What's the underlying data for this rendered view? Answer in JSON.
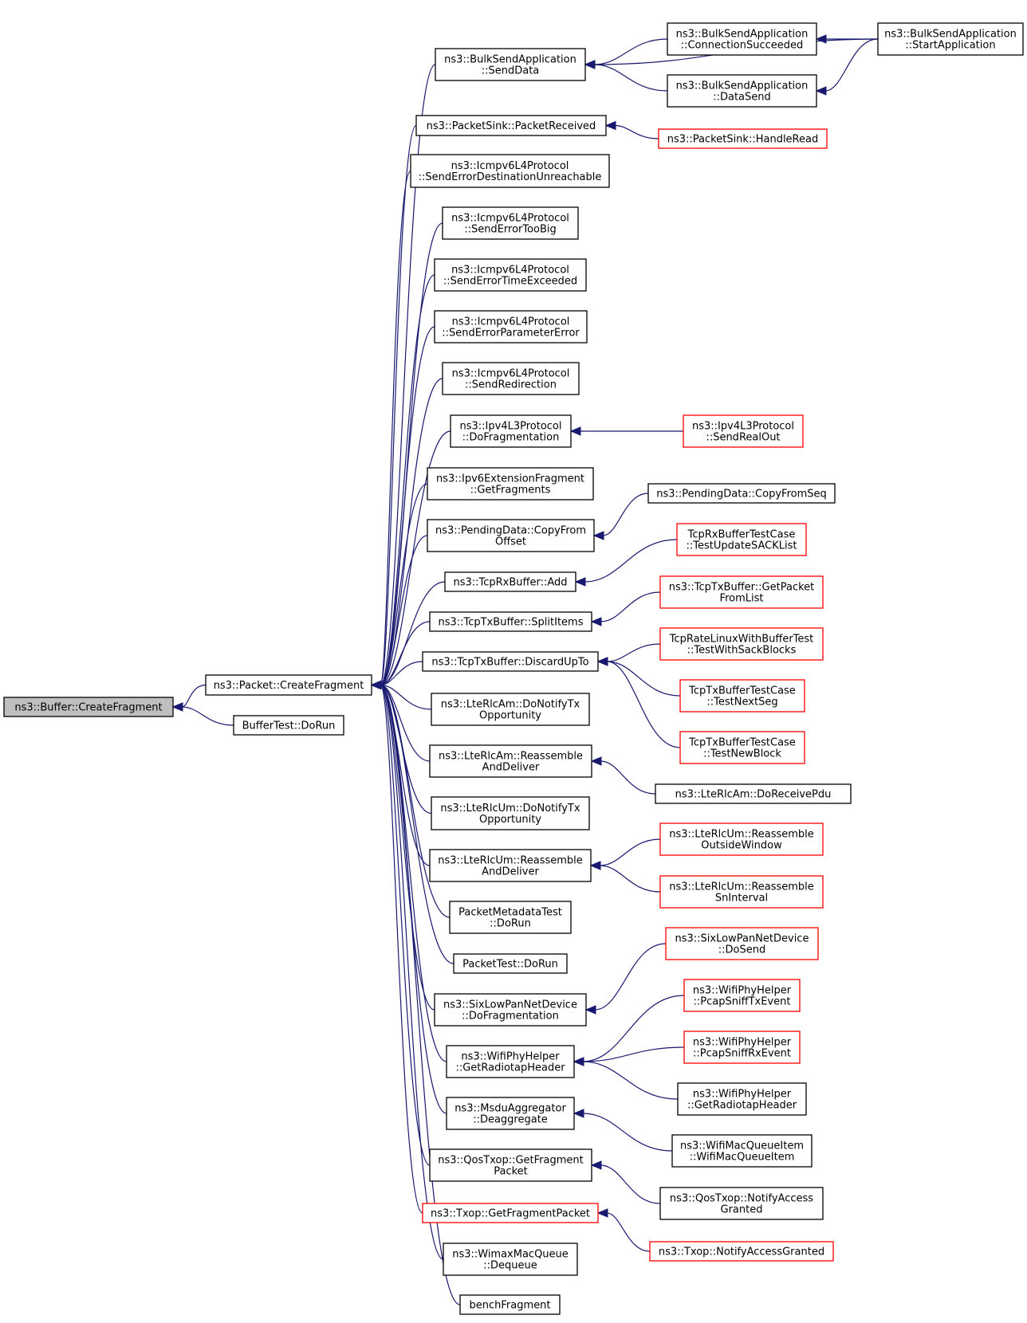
{
  "colors": {
    "edge": "#191970",
    "border_normal": "#000000",
    "border_truncated": "#ff0000",
    "fill_root": "#bfbfbf",
    "fill_normal": "#ffffff"
  },
  "nodes": [
    {
      "id": "root",
      "lines": [
        "ns3::Buffer::CreateFragment"
      ],
      "style": "root"
    },
    {
      "id": "pcf",
      "lines": [
        "ns3::Packet::CreateFragment"
      ],
      "style": "normal"
    },
    {
      "id": "btr",
      "lines": [
        "BufferTest::DoRun"
      ],
      "style": "normal"
    },
    {
      "id": "bsa_sd",
      "lines": [
        "ns3::BulkSendApplication",
        "::SendData"
      ],
      "style": "normal"
    },
    {
      "id": "bsa_cs",
      "lines": [
        "ns3::BulkSendApplication",
        "::ConnectionSucceeded"
      ],
      "style": "normal"
    },
    {
      "id": "bsa_sa",
      "lines": [
        "ns3::BulkSendApplication",
        "::StartApplication"
      ],
      "style": "normal"
    },
    {
      "id": "bsa_ds",
      "lines": [
        "ns3::BulkSendApplication",
        "::DataSend"
      ],
      "style": "normal"
    },
    {
      "id": "ps_pr",
      "lines": [
        "ns3::PacketSink::PacketReceived"
      ],
      "style": "normal"
    },
    {
      "id": "ps_hr",
      "lines": [
        "ns3::PacketSink::HandleRead"
      ],
      "style": "truncated"
    },
    {
      "id": "icmp_sedu",
      "lines": [
        "ns3::Icmpv6L4Protocol",
        "::SendErrorDestinationUnreachable"
      ],
      "style": "normal"
    },
    {
      "id": "icmp_setb",
      "lines": [
        "ns3::Icmpv6L4Protocol",
        "::SendErrorTooBig"
      ],
      "style": "normal"
    },
    {
      "id": "icmp_sete",
      "lines": [
        "ns3::Icmpv6L4Protocol",
        "::SendErrorTimeExceeded"
      ],
      "style": "normal"
    },
    {
      "id": "icmp_sepe",
      "lines": [
        "ns3::Icmpv6L4Protocol",
        "::SendErrorParameterError"
      ],
      "style": "normal"
    },
    {
      "id": "icmp_sr",
      "lines": [
        "ns3::Icmpv6L4Protocol",
        "::SendRedirection"
      ],
      "style": "normal"
    },
    {
      "id": "ipv4_df",
      "lines": [
        "ns3::Ipv4L3Protocol",
        "::DoFragmentation"
      ],
      "style": "normal"
    },
    {
      "id": "ipv4_sro",
      "lines": [
        "ns3::Ipv4L3Protocol",
        "::SendRealOut"
      ],
      "style": "truncated"
    },
    {
      "id": "ipv6_gf",
      "lines": [
        "ns3::Ipv6ExtensionFragment",
        "::GetFragments"
      ],
      "style": "normal"
    },
    {
      "id": "pd_cfo",
      "lines": [
        "ns3::PendingData::CopyFrom",
        "Offset"
      ],
      "style": "normal"
    },
    {
      "id": "pd_cfs",
      "lines": [
        "ns3::PendingData::CopyFromSeq"
      ],
      "style": "normal"
    },
    {
      "id": "trb_add",
      "lines": [
        "ns3::TcpRxBuffer::Add"
      ],
      "style": "normal"
    },
    {
      "id": "trbtc_tus",
      "lines": [
        "TcpRxBufferTestCase",
        "::TestUpdateSACKList"
      ],
      "style": "truncated"
    },
    {
      "id": "ttb_si",
      "lines": [
        "ns3::TcpTxBuffer::SplitItems"
      ],
      "style": "normal"
    },
    {
      "id": "ttb_gpfl",
      "lines": [
        "ns3::TcpTxBuffer::GetPacket",
        "FromList"
      ],
      "style": "truncated"
    },
    {
      "id": "ttb_dut",
      "lines": [
        "ns3::TcpTxBuffer::DiscardUpTo"
      ],
      "style": "normal"
    },
    {
      "id": "trlwbt",
      "lines": [
        "TcpRateLinuxWithBufferTest",
        "::TestWithSackBlocks"
      ],
      "style": "truncated"
    },
    {
      "id": "ttbtc_tns",
      "lines": [
        "TcpTxBufferTestCase",
        "::TestNextSeg"
      ],
      "style": "truncated"
    },
    {
      "id": "ttbtc_tnb",
      "lines": [
        "TcpTxBufferTestCase",
        "::TestNewBlock"
      ],
      "style": "truncated"
    },
    {
      "id": "am_dnto",
      "lines": [
        "ns3::LteRlcAm::DoNotifyTx",
        "Opportunity"
      ],
      "style": "normal"
    },
    {
      "id": "am_rad",
      "lines": [
        "ns3::LteRlcAm::Reassemble",
        "AndDeliver"
      ],
      "style": "normal"
    },
    {
      "id": "am_drp",
      "lines": [
        "ns3::LteRlcAm::DoReceivePdu"
      ],
      "style": "normal"
    },
    {
      "id": "um_dnto",
      "lines": [
        "ns3::LteRlcUm::DoNotifyTx",
        "Opportunity"
      ],
      "style": "normal"
    },
    {
      "id": "um_rad",
      "lines": [
        "ns3::LteRlcUm::Reassemble",
        "AndDeliver"
      ],
      "style": "normal"
    },
    {
      "id": "um_row",
      "lines": [
        "ns3::LteRlcUm::Reassemble",
        "OutsideWindow"
      ],
      "style": "truncated"
    },
    {
      "id": "um_rsi",
      "lines": [
        "ns3::LteRlcUm::Reassemble",
        "SnInterval"
      ],
      "style": "truncated"
    },
    {
      "id": "pmt_dr",
      "lines": [
        "PacketMetadataTest",
        "::DoRun"
      ],
      "style": "normal"
    },
    {
      "id": "pt_dr",
      "lines": [
        "PacketTest::DoRun"
      ],
      "style": "normal"
    },
    {
      "id": "slp_df",
      "lines": [
        "ns3::SixLowPanNetDevice",
        "::DoFragmentation"
      ],
      "style": "normal"
    },
    {
      "id": "slp_ds",
      "lines": [
        "ns3::SixLowPanNetDevice",
        "::DoSend"
      ],
      "style": "truncated"
    },
    {
      "id": "wph_grh",
      "lines": [
        "ns3::WifiPhyHelper",
        "::GetRadiotapHeader"
      ],
      "style": "normal"
    },
    {
      "id": "wph_pstx",
      "lines": [
        "ns3::WifiPhyHelper",
        "::PcapSniffTxEvent"
      ],
      "style": "truncated"
    },
    {
      "id": "wph_psrx",
      "lines": [
        "ns3::WifiPhyHelper",
        "::PcapSniffRxEvent"
      ],
      "style": "truncated"
    },
    {
      "id": "wph_grh2",
      "lines": [
        "ns3::WifiPhyHelper",
        "::GetRadiotapHeader"
      ],
      "style": "normal"
    },
    {
      "id": "ma_d",
      "lines": [
        "ns3::MsduAggregator",
        "::Deaggregate"
      ],
      "style": "normal"
    },
    {
      "id": "wmqi",
      "lines": [
        "ns3::WifiMacQueueItem",
        "::WifiMacQueueItem"
      ],
      "style": "normal"
    },
    {
      "id": "qt_gfp",
      "lines": [
        "ns3::QosTxop::GetFragment",
        "Packet"
      ],
      "style": "normal"
    },
    {
      "id": "qt_nag",
      "lines": [
        "ns3::QosTxop::NotifyAccess",
        "Granted"
      ],
      "style": "normal"
    },
    {
      "id": "tx_gfp",
      "lines": [
        "ns3::Txop::GetFragmentPacket"
      ],
      "style": "truncated"
    },
    {
      "id": "tx_nag",
      "lines": [
        "ns3::Txop::NotifyAccessGranted"
      ],
      "style": "truncated"
    },
    {
      "id": "wmq_d",
      "lines": [
        "ns3::WimaxMacQueue",
        "::Dequeue"
      ],
      "style": "normal"
    },
    {
      "id": "bf",
      "lines": [
        "benchFragment"
      ],
      "style": "normal"
    }
  ],
  "edges": [
    {
      "from": "pcf",
      "to": "root"
    },
    {
      "from": "btr",
      "to": "root"
    },
    {
      "from": "bsa_sd",
      "to": "pcf"
    },
    {
      "from": "ps_pr",
      "to": "pcf"
    },
    {
      "from": "icmp_sedu",
      "to": "pcf"
    },
    {
      "from": "icmp_setb",
      "to": "pcf"
    },
    {
      "from": "icmp_sete",
      "to": "pcf"
    },
    {
      "from": "icmp_sepe",
      "to": "pcf"
    },
    {
      "from": "icmp_sr",
      "to": "pcf"
    },
    {
      "from": "ipv4_df",
      "to": "pcf"
    },
    {
      "from": "ipv6_gf",
      "to": "pcf"
    },
    {
      "from": "pd_cfo",
      "to": "pcf"
    },
    {
      "from": "trb_add",
      "to": "pcf"
    },
    {
      "from": "ttb_si",
      "to": "pcf"
    },
    {
      "from": "ttb_dut",
      "to": "pcf"
    },
    {
      "from": "am_dnto",
      "to": "pcf"
    },
    {
      "from": "am_rad",
      "to": "pcf"
    },
    {
      "from": "um_dnto",
      "to": "pcf"
    },
    {
      "from": "um_rad",
      "to": "pcf"
    },
    {
      "from": "pmt_dr",
      "to": "pcf"
    },
    {
      "from": "pt_dr",
      "to": "pcf"
    },
    {
      "from": "slp_df",
      "to": "pcf"
    },
    {
      "from": "wph_grh",
      "to": "pcf"
    },
    {
      "from": "ma_d",
      "to": "pcf"
    },
    {
      "from": "qt_gfp",
      "to": "pcf"
    },
    {
      "from": "tx_gfp",
      "to": "pcf"
    },
    {
      "from": "wmq_d",
      "to": "pcf"
    },
    {
      "from": "bf",
      "to": "pcf"
    },
    {
      "from": "bsa_cs",
      "to": "bsa_sd"
    },
    {
      "from": "bsa_ds",
      "to": "bsa_sd"
    },
    {
      "from": "bsa_sa",
      "to": "bsa_sd"
    },
    {
      "from": "bsa_sa",
      "to": "bsa_cs"
    },
    {
      "from": "bsa_sa",
      "to": "bsa_ds"
    },
    {
      "from": "ps_hr",
      "to": "ps_pr"
    },
    {
      "from": "ipv4_sro",
      "to": "ipv4_df"
    },
    {
      "from": "pd_cfs",
      "to": "pd_cfo"
    },
    {
      "from": "trbtc_tus",
      "to": "trb_add"
    },
    {
      "from": "ttb_gpfl",
      "to": "ttb_si"
    },
    {
      "from": "trlwbt",
      "to": "ttb_dut"
    },
    {
      "from": "ttbtc_tns",
      "to": "ttb_dut"
    },
    {
      "from": "ttbtc_tnb",
      "to": "ttb_dut"
    },
    {
      "from": "am_drp",
      "to": "am_rad"
    },
    {
      "from": "um_row",
      "to": "um_rad"
    },
    {
      "from": "um_rsi",
      "to": "um_rad"
    },
    {
      "from": "slp_ds",
      "to": "slp_df"
    },
    {
      "from": "wph_pstx",
      "to": "wph_grh"
    },
    {
      "from": "wph_psrx",
      "to": "wph_grh"
    },
    {
      "from": "wph_grh2",
      "to": "wph_grh"
    },
    {
      "from": "wmqi",
      "to": "ma_d"
    },
    {
      "from": "qt_nag",
      "to": "qt_gfp"
    },
    {
      "from": "tx_nag",
      "to": "tx_gfp"
    }
  ]
}
